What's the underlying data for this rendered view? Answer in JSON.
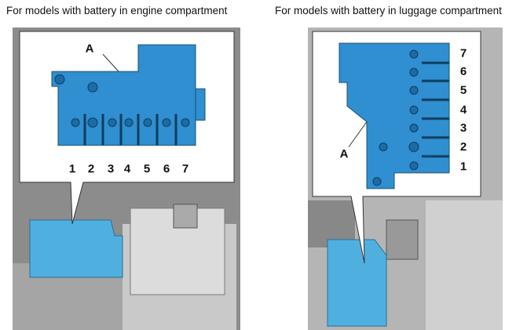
{
  "left": {
    "caption": "For models with battery in engine compartment",
    "component_label": "A",
    "fuse_numbers": [
      "1",
      "2",
      "3",
      "4",
      "5",
      "6",
      "7"
    ]
  },
  "right": {
    "caption": "For models with battery in luggage compartment",
    "component_label": "A",
    "fuse_numbers": [
      "7",
      "6",
      "5",
      "4",
      "3",
      "2",
      "1"
    ]
  },
  "colors": {
    "fuse_box": "#2f8fd0",
    "highlight": "#4fb0e0"
  }
}
